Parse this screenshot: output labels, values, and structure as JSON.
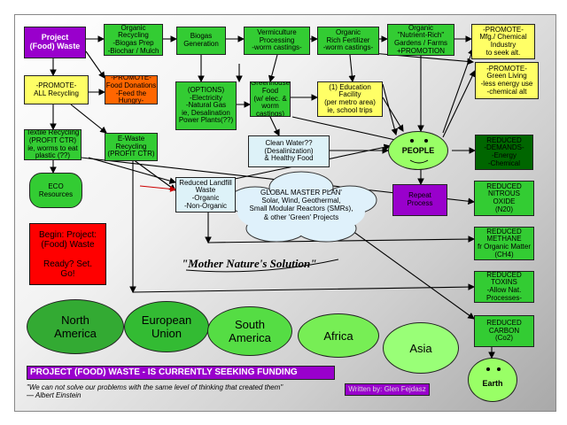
{
  "nodes": {
    "project": "Project\n(Food) Waste",
    "organic_recycling": "Organic\nRecycling\n-Biogas Prep\n-Biochar / Mulch",
    "biogas": "Biogas\nGeneration",
    "vermiculture": "Vermiculture\nProcessing\n-worm castings-",
    "organic_fert": "Organic\nRich Fertilizer\n-worm castings-",
    "nutrient_rich": "Organic\n\"Nutrient-Rich\"\nGardens / Farms\n+PROMOTION",
    "promote_mfg": "-PROMOTE-\nMfg./ Chemical\nIndustry\nto seek alt.",
    "promote_recycling": "-PROMOTE-\nALL Recycling",
    "promote_donations": "-PROMOTE-\nFood Donations\n-Feed the Hungry-",
    "options": "(OPTIONS)\n-Electricity\n-Natural Gas\nie, Desalination\nPower Plants(??)",
    "greenhouse": "Greenhouse\nFood\n(w/ elec. &\nworm castings)",
    "education": "(1) Education\nFacility\n(per metro area)\nie, school trips",
    "promote_green": "-PROMOTE-\nGreen Living\n-less energy use\n-chemical alt",
    "textile": "Textile Recycling\n(PROFIT CTR)\nie, worms to eat\nplastic (??)",
    "ewaste": "E-Waste\nRecycling\n(PROFIT CTR)",
    "clean_water": "Clean Water??\n(Desalinization)\n& Healthy Food",
    "people": "PEOPLE",
    "reduced_demands": "REDUCED\n-DEMANDS-\n-Energy\n-Chemical",
    "eco": "ECO\nResources",
    "reduced_landfill": "Reduced Landfill\nWaste\n-Organic\n-Non-Organic",
    "global_plan": "GLOBAL MASTER PLAN'\nSolar, Wind, Geothermal,\nSmall Modular Reactors (SMRs),\n& other 'Green' Projects",
    "repeat": "Repeat\nProcess",
    "reduced_nitrous": "REDUCED\nNITROUS\nOXIDE\n(N20)",
    "reduced_methane": "REDUCED\nMETHANE\nfr Organic Matter\n(CH4)",
    "reduced_toxins": "REDUCED\nTOXINS\n-Allow Nat.\nProcesses-",
    "reduced_carbon": "REDUCED\nCARBON\n(Co2)",
    "begin": "Begin: Project:\n(Food) Waste\n\nReady? Set.\nGo!",
    "earth": "Earth"
  },
  "title": "\"Mother Nature's Solution\"",
  "continents": [
    "North\nAmerica",
    "European\nUnion",
    "South\nAmerica",
    "Africa",
    "Asia"
  ],
  "funding": "PROJECT (FOOD) WASTE -  IS CURRENTLY SEEKING FUNDING",
  "quote": "\"We can not solve our problems with the same level of thinking that created them\"\n— Albert Einstein",
  "author": "Written by: Glen Fejdasz",
  "colors": {
    "green": "#33cc33",
    "yellow": "#ffff66",
    "orange": "#ff6600",
    "purple": "#9900cc",
    "dark_green": "#006600",
    "red": "#ff0000",
    "light_green": "#99ff66",
    "arrow": "#000000",
    "cloud": "#dff1fb"
  }
}
